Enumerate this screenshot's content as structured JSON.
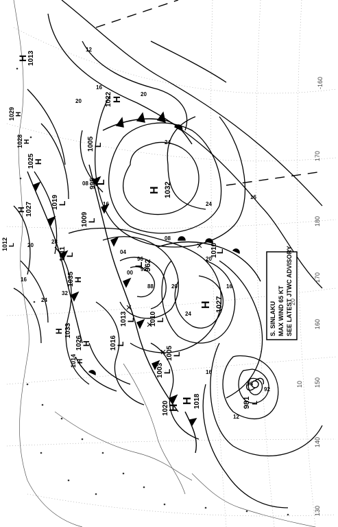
{
  "map": {
    "advisory_lines": [
      "S. SINLAKU",
      "MAX WIND 65 KT",
      "SEE LATEST JTWC ADVISORY"
    ],
    "lon_labels": [
      "-160",
      "170",
      "180",
      "170",
      "160",
      "150",
      "140",
      "130"
    ],
    "lat_labels": [
      "20",
      "10"
    ],
    "isobar_values": [
      "12",
      "16",
      "20",
      "24",
      "28",
      "32",
      "08",
      "04",
      "00",
      "96",
      "92",
      "88"
    ],
    "pressure_centers": [
      {
        "type": "H",
        "value": "1032"
      },
      {
        "type": "H",
        "value": "1027"
      },
      {
        "type": "H",
        "value": "1022"
      },
      {
        "type": "H",
        "value": "1035"
      },
      {
        "type": "H",
        "value": "1033"
      },
      {
        "type": "H",
        "value": "1020"
      },
      {
        "type": "H",
        "value": "1018"
      },
      {
        "type": "H",
        "value": "1027"
      },
      {
        "type": "H",
        "value": "1026"
      },
      {
        "type": "H",
        "value": "1025"
      },
      {
        "type": "H",
        "value": "1028"
      },
      {
        "type": "H",
        "value": "1029"
      },
      {
        "type": "H",
        "value": "1013"
      },
      {
        "type": "H",
        "value": "1014"
      },
      {
        "type": "L",
        "value": "962"
      },
      {
        "type": "L",
        "value": "981"
      },
      {
        "type": "L",
        "value": "995"
      },
      {
        "type": "L",
        "value": "1005"
      },
      {
        "type": "L",
        "value": "1009"
      },
      {
        "type": "L",
        "value": "1010"
      },
      {
        "type": "L",
        "value": "1011"
      },
      {
        "type": "L",
        "value": "1012"
      },
      {
        "type": "L",
        "value": "1016"
      },
      {
        "type": "L",
        "value": "1019"
      },
      {
        "type": "L",
        "value": "1003"
      },
      {
        "type": "L",
        "value": "1005"
      },
      {
        "type": "L",
        "value": "1010"
      },
      {
        "type": "L",
        "value": "1013"
      }
    ]
  }
}
